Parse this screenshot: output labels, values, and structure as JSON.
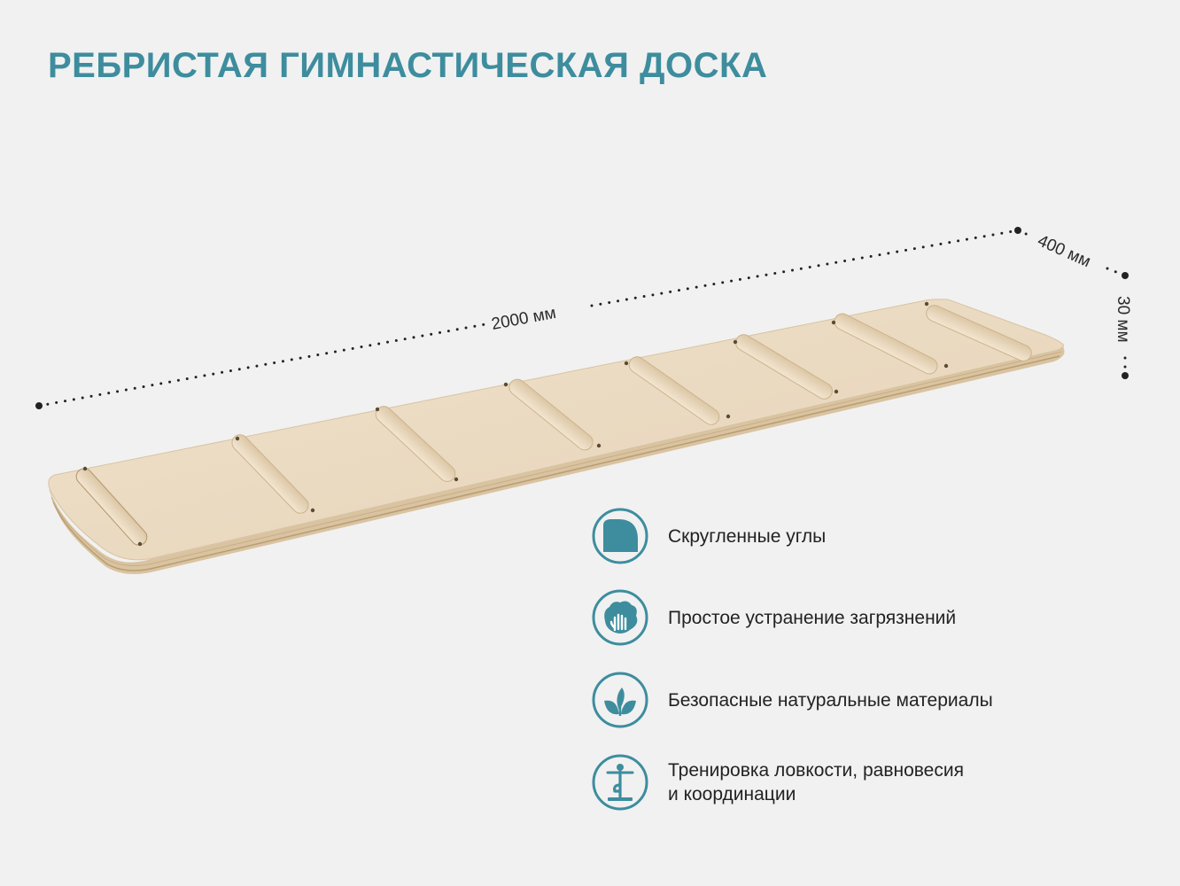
{
  "title": "РЕБРИСТАЯ ГИМНАСТИЧЕСКАЯ ДОСКА",
  "dimensions": {
    "length": "2000 мм",
    "width": "400 мм",
    "thickness": "30 мм"
  },
  "features": [
    {
      "icon": "rounded-corner-icon",
      "text": "Скругленные углы"
    },
    {
      "icon": "hand-cleaning-icon",
      "text": "Простое устранение загрязнений"
    },
    {
      "icon": "leaves-icon",
      "text": "Безопасные натуральные материалы"
    },
    {
      "icon": "balance-person-icon",
      "text": "Тренировка ловкости, равновесия\nи координации"
    }
  ],
  "colors": {
    "accent": "#3d8d9e",
    "background": "#f1f1f1",
    "wood": "#ecdcc4",
    "text": "#222222"
  }
}
